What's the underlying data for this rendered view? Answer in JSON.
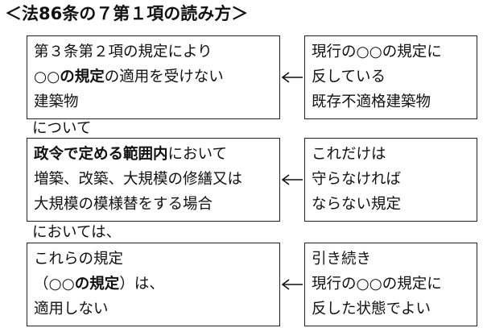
{
  "title": "＜法86条の７第１項の読み方＞",
  "rows": [
    {
      "left": {
        "line1": "第３条第２項の規定により",
        "line2_bold": "○○の規定",
        "line2_rest": "の適用を受けない",
        "line3": "建築物"
      },
      "right": {
        "line1": "現行の○○の規定に",
        "line2": "反している",
        "line3": "既存不適格建築物"
      }
    },
    {
      "left": {
        "line1_bold": "政令で定める範囲内",
        "line1_rest": "において",
        "line2": "増築、改築、大規模の修繕又は",
        "line3": "大規模の模様替をする場合"
      },
      "right": {
        "line1": "これだけは",
        "line2": "守らなければ",
        "line3": "ならない規定"
      }
    },
    {
      "left": {
        "line1": "これらの規定",
        "line2_pre": "（",
        "line2_bold": "○○の規定",
        "line2_post": "）は、",
        "line3": "適用しない"
      },
      "right": {
        "line1": "引き続き",
        "line2": "現行の○○の規定に",
        "line3": "反した状態でよい"
      }
    }
  ],
  "connectors": [
    "について",
    "においては、"
  ],
  "arrows": [
    {
      "direction": "left",
      "icon": "left-arrow-icon"
    },
    {
      "direction": "left",
      "icon": "left-arrow-icon"
    },
    {
      "direction": "left",
      "icon": "left-arrow-icon"
    }
  ]
}
